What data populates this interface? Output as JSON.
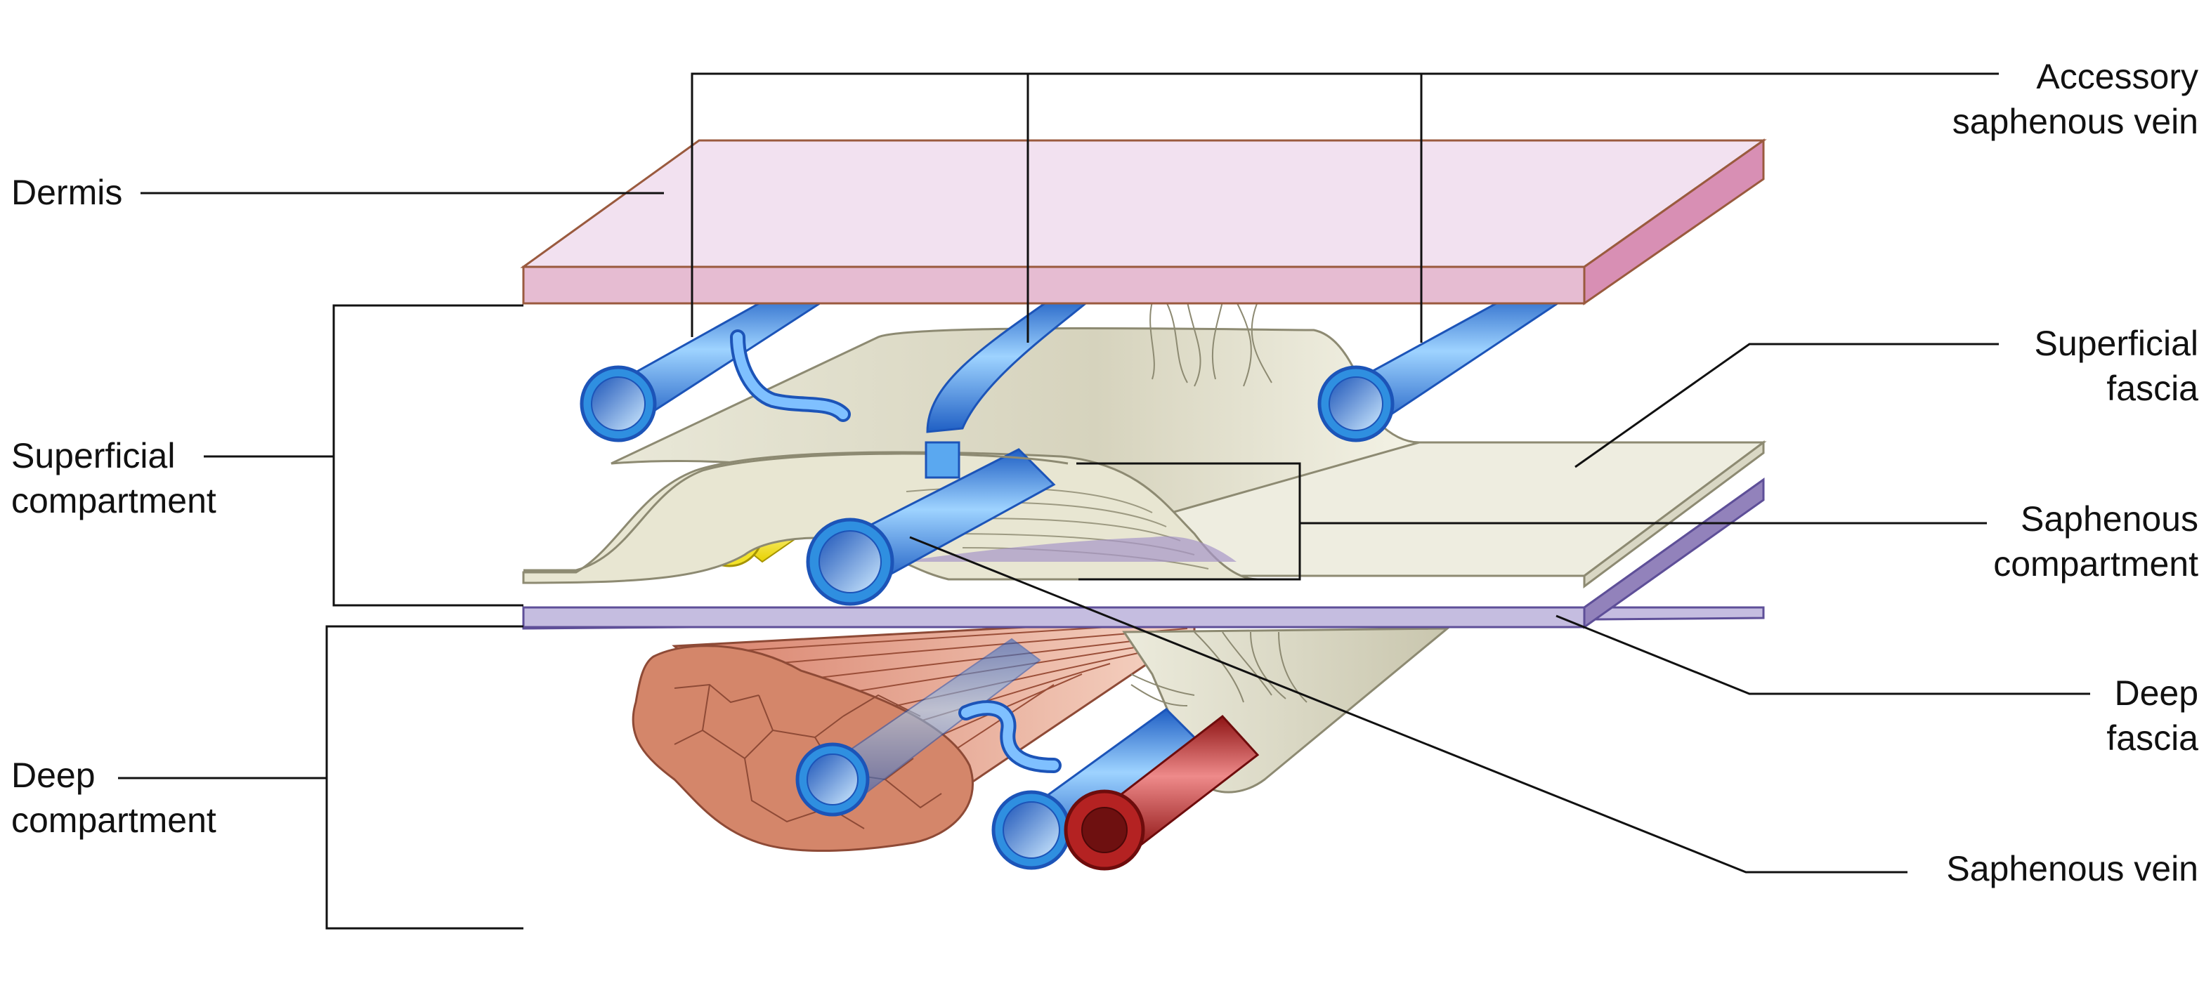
{
  "labels": {
    "dermis": "Dermis",
    "superficial_compartment": [
      "Superficial",
      "compartment"
    ],
    "deep_compartment": [
      "Deep",
      "compartment"
    ],
    "accessory_saphenous_vein": [
      "Accessory",
      "saphenous vein"
    ],
    "superficial_fascia": [
      "Superficial",
      "fascia"
    ],
    "saphenous_compartment": [
      "Saphenous",
      "compartment"
    ],
    "deep_fascia": [
      "Deep",
      "fascia"
    ],
    "saphenous_vein": "Saphenous vein"
  },
  "colors": {
    "dermis_top": "#f2e1f0",
    "dermis_front": "#e6bcd2",
    "dermis_side": "#d88fb4",
    "fascia": "#eeede0",
    "fascia_shadow": "#cfccb6",
    "deep_fascia_top": "#a796c8",
    "deep_fascia_front": "#c5bde0",
    "vein_blue": "#2f8fe0",
    "vein_dark": "#1c54b8",
    "artery_red": "#b42222",
    "nerve_yellow": "#f2e22a",
    "muscle": "#d4866a",
    "muscle_light": "#f3c7b2",
    "leader_line": "#111111"
  }
}
